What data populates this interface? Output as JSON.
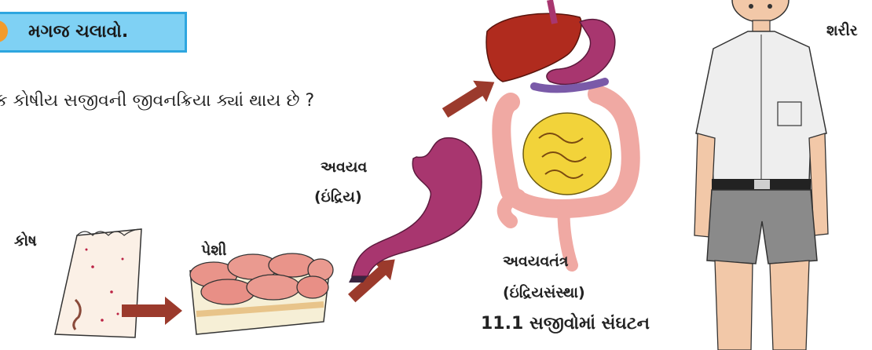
{
  "heading": {
    "text": "મગજ ચલાવો."
  },
  "question": {
    "text": "ક કોષીય સજીવની જીવનક્રિયા ક્યાં થાય છે ?"
  },
  "labels": {
    "cell": "કોષ",
    "tissue": "પેશી",
    "organ": "અવયવ",
    "organ_sub": "(ઇંદ્રિય)",
    "system": "અવયવતંત્ર",
    "system_sub": "(ઇંદ્રિયસંસ્થા)",
    "body": "શરીર"
  },
  "figure": {
    "caption": "11.1 સજીવોમાં સંઘટન"
  },
  "colors": {
    "heading_bg": "#7fd1f4",
    "heading_border": "#2ea6df",
    "arrow": "#9b3a2c",
    "stomach": "#a8366f",
    "liver": "#b02b1e",
    "intestine_small": "#f2d33a",
    "intestine_large": "#f0a9a3"
  }
}
